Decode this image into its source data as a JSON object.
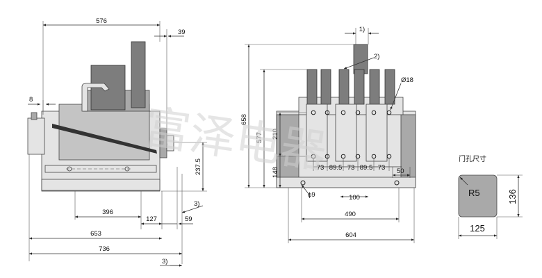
{
  "watermark": {
    "text": "富泽电器"
  },
  "side_view": {
    "dims": {
      "top_width": "576",
      "top_right_offset": "39",
      "left_tab": "8",
      "height_right": "237.5",
      "bottom_inner": "396",
      "bottom_right": "127",
      "right_offset": "59",
      "note_right": "3)",
      "overall_inner": "653",
      "overall": "736",
      "note_bottom": "3)"
    }
  },
  "front_view": {
    "dims": {
      "note_top": "1)",
      "note_terminal": "2)",
      "hole_dia": "Ø18",
      "height_total": "658",
      "height_body": "577",
      "height_term": "210",
      "height_lower": "148",
      "pitch_a1": "73",
      "pitch_b1": "89.5",
      "pitch_a2": "73",
      "pitch_b2": "89.5",
      "pitch_a3": "73",
      "end_gap": "50",
      "mount_hole": "ϕ9",
      "mount_pitch": "100",
      "width_inner": "490",
      "width_outer": "604"
    }
  },
  "door_cutout": {
    "title": "门孔尺寸",
    "radius": "R5",
    "height": "136",
    "width": "125"
  }
}
